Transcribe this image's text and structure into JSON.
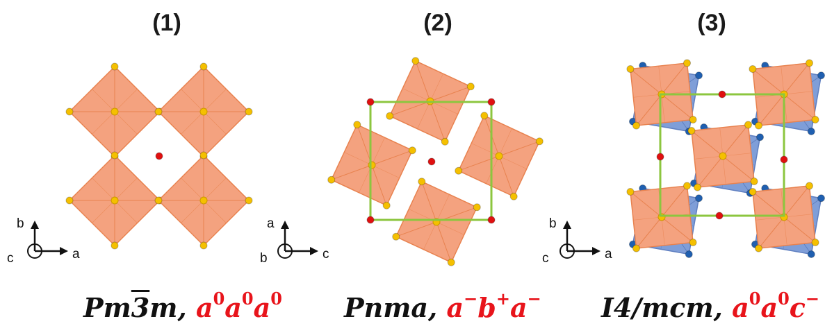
{
  "panels": [
    {
      "label": "(1)",
      "space_group": "Pm",
      "space_group_bar": "3",
      "space_group_end": "m",
      "tilt_1": "a",
      "sup_1": "0",
      "tilt_2": "a",
      "sup_2": "0",
      "tilt_3": "a",
      "sup_3": "0",
      "axes": {
        "vertical": "b",
        "horizontal": "a",
        "out_of_plane": "c"
      }
    },
    {
      "label": "(2)",
      "space_group": "Pnma",
      "tilt_1": "a",
      "sup_1": "−",
      "tilt_2": "b",
      "sup_2": "+",
      "tilt_3": "a",
      "sup_3": "−",
      "axes": {
        "vertical": "a",
        "horizontal": "c",
        "out_of_plane": "b"
      }
    },
    {
      "label": "(3)",
      "space_group": "I4/mcm",
      "tilt_1": "a",
      "sup_1": "0",
      "tilt_2": "a",
      "sup_2": "0",
      "tilt_3": "c",
      "sup_3": "−",
      "axes": {
        "vertical": "b",
        "horizontal": "a",
        "out_of_plane": "c"
      }
    }
  ],
  "colors": {
    "octahedron_fill": "#f4a27f",
    "octahedron_edge": "#e8824f",
    "octahedron_shade": "#f08a5f",
    "oxygen_atom": "#f5c000",
    "a_site_atom": "#e01010",
    "cell_line": "#8cc63f",
    "back_octahedron": "#7f9ed8",
    "back_atom": "#1f5fb0",
    "caption_red": "#e8141b"
  }
}
